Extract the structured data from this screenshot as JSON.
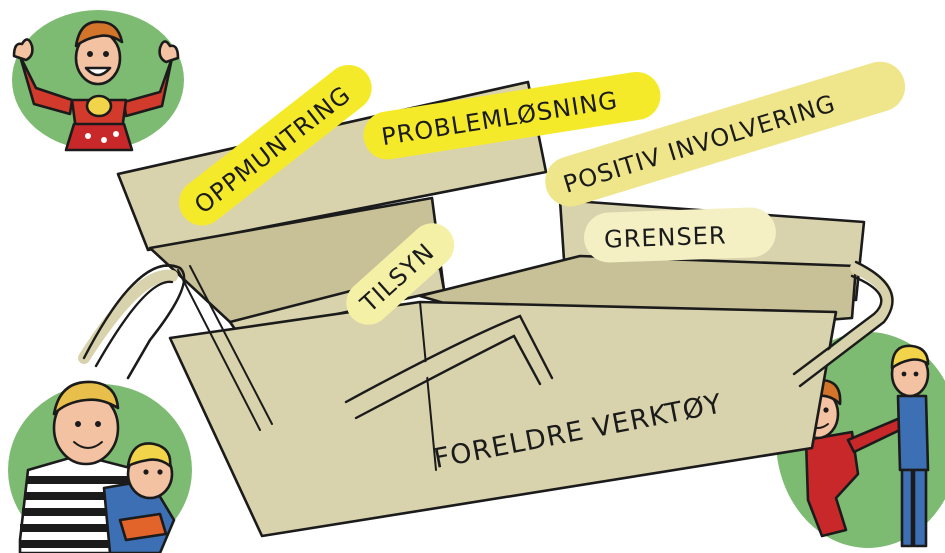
{
  "labels": {
    "oppmuntring": "OPPMUNTRING",
    "problemlosning": "PROBLEMLØSNING",
    "positiv_involvering": "POSITIV INVOLVERING",
    "tilsyn": "TILSYN",
    "grenser": "GRENSER"
  },
  "box_label": "FORELDRE VERKTØY",
  "colors": {
    "box": "#d9d3ad",
    "box_shade": "#c8c096",
    "highlight_yellow": "#f5ea2a",
    "highlight_pale": "#efe58a",
    "highlight_light": "#f4f0c4",
    "circle_green": "#7dbb72",
    "ink": "#1b1b1b"
  }
}
